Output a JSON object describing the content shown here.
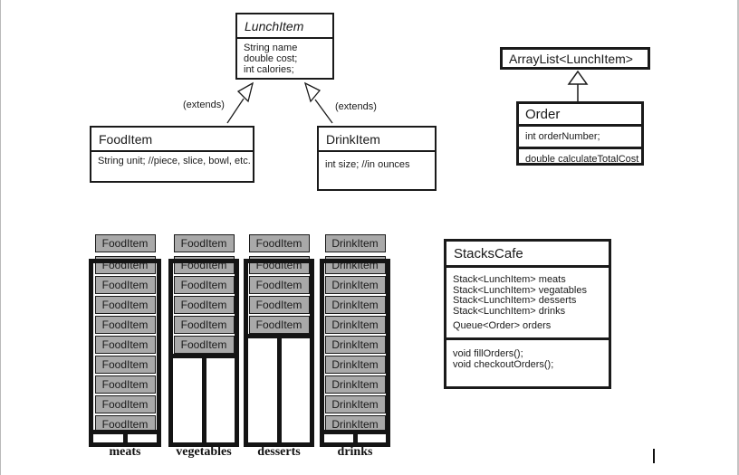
{
  "classes": {
    "lunch_item": {
      "title": "LunchItem",
      "attributes": [
        "String name",
        "double cost;",
        "int calories;"
      ]
    },
    "food_item": {
      "title": "FoodItem",
      "attributes": [
        "String unit; //piece, slice, bowl, etc."
      ]
    },
    "drink_item": {
      "title": "DrinkItem",
      "attributes": [
        "int size; //in ounces"
      ]
    },
    "array_list": {
      "title": "ArrayList<LunchItem>"
    },
    "order": {
      "title": "Order",
      "attributes": [
        "int orderNumber;"
      ],
      "methods": [
        "double calculateTotalCost"
      ]
    },
    "stacks_cafe": {
      "title": "StacksCafe",
      "attributes": [
        "Stack<LunchItem> meats",
        "Stack<LunchItem> vegatables",
        "Stack<LunchItem> desserts",
        "Stack<LunchItem> drinks",
        "Queue<Order> orders"
      ],
      "methods": [
        "void fillOrders();",
        "void checkoutOrders();"
      ]
    }
  },
  "relations": {
    "extends_left_label": "(extends)",
    "extends_right_label": "(extends)"
  },
  "stacks": [
    {
      "name": "meats",
      "cell_label": "FoodItem",
      "floating_cells": 1,
      "cells_inside": 9
    },
    {
      "name": "vegetables",
      "cell_label": "FoodItem",
      "floating_cells": 1,
      "cells_inside": 5
    },
    {
      "name": "desserts",
      "cell_label": "FoodItem",
      "floating_cells": 1,
      "cells_inside": 4
    },
    {
      "name": "drinks",
      "cell_label": "DrinkItem",
      "floating_cells": 1,
      "cells_inside": 9
    }
  ],
  "colors": {
    "cell_fill": "#a9a9a9",
    "line": "#1a1a1a"
  }
}
